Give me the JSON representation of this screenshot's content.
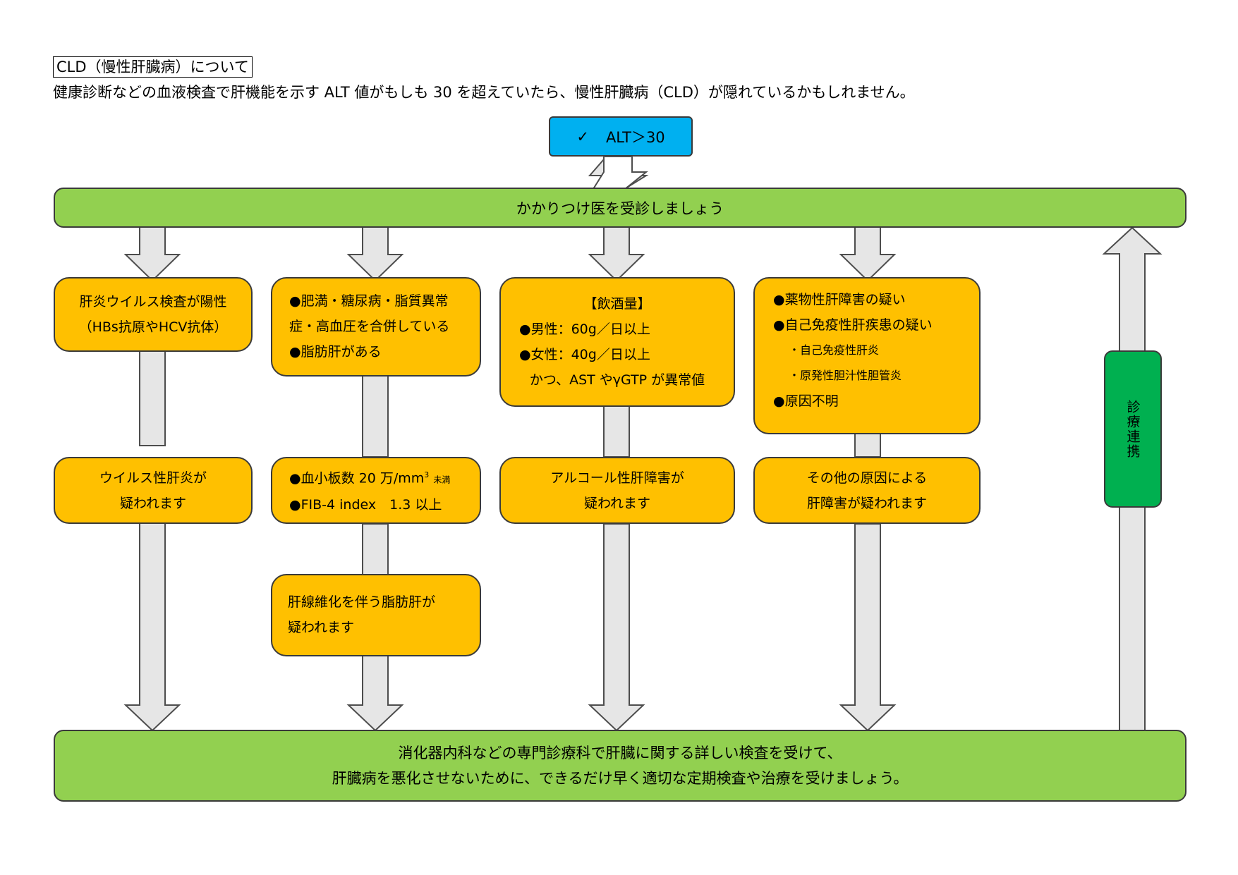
{
  "header": {
    "title": "CLD（慢性肝臓病）について",
    "intro": "健康診断などの血液検査で肝機能を示す ALT 値がもしも 30 を超えていたら、慢性肝臓病（CLD）が隠れているかもしれません。"
  },
  "start": {
    "check_icon": "✓",
    "label": "ALT＞30"
  },
  "consult": {
    "label": "かかりつけ医を受診しましょう"
  },
  "columns": {
    "c1": {
      "criteria": [
        "肝炎ウイルス検査が陽性",
        "（HBs抗原やHCV抗体）"
      ],
      "result": [
        "ウイルス性肝炎が",
        "疑われます"
      ]
    },
    "c2": {
      "criteria": [
        "●肥満・糖尿病・脂質異常",
        "症・高血圧を合併している",
        "●脂肪肝がある"
      ],
      "test_1_main": "●血小板数 20 万/mm",
      "test_1_sup": "3",
      "test_1_sub": "未満",
      "test_2": "●FIB-4 index　1.3 以上",
      "result": [
        "肝線維化を伴う脂肪肝が",
        "疑われます"
      ]
    },
    "c3": {
      "criteria": [
        "【飲酒量】",
        "●男性：60g／日以上",
        "●女性：40g／日以上",
        "かつ、AST やγGTP が異常値"
      ],
      "result": [
        "アルコール性肝障害が",
        "疑われます"
      ]
    },
    "c4": {
      "criteria": [
        "●薬物性肝障害の疑い",
        "●自己免疫性肝疾患の疑い",
        "・自己免疫性肝炎",
        "・原発性胆汁性胆管炎",
        "●原因不明"
      ],
      "result": [
        "その他の原因による",
        "肝障害が疑われます"
      ]
    }
  },
  "referral": {
    "label": "診療連携"
  },
  "final": {
    "lines": [
      "消化器内科などの専門診療科で肝臓に関する詳しい検査を受けて、",
      "肝臓病を悪化させないために、できるだけ早く適切な定期検査や治療を受けましょう。"
    ]
  },
  "colors": {
    "criteria_box": "#ffc000",
    "consult_bar": "#92d050",
    "start_box": "#00b0f0",
    "referral_box": "#00b050",
    "arrow_fill": "#e6e6e6"
  }
}
